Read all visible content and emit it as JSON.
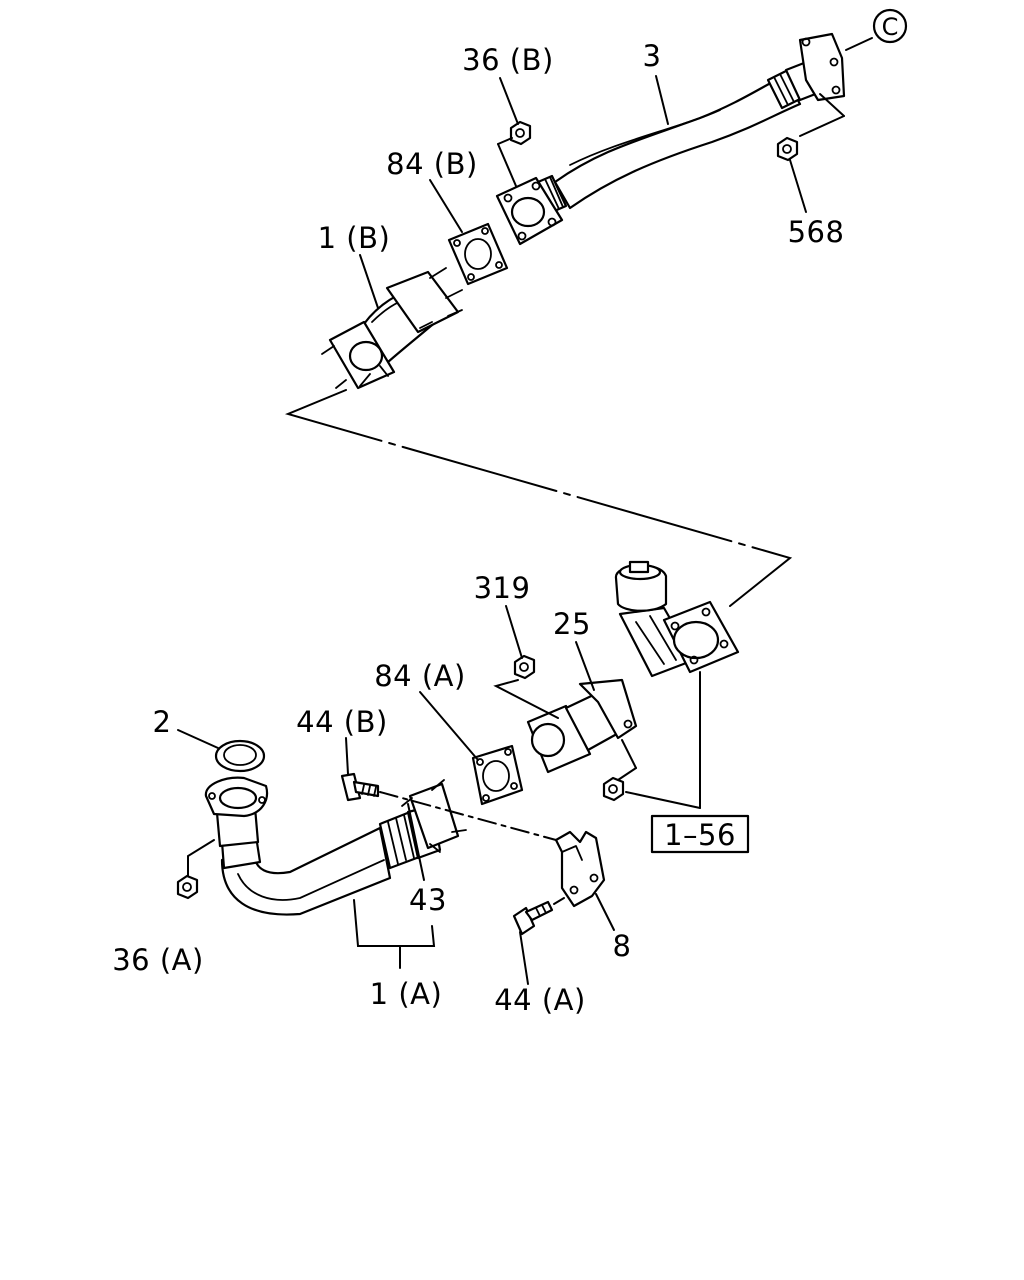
{
  "callouts": {
    "c_circle": "C",
    "p3": "3",
    "p36b": "36 (B)",
    "p84b": "84 (B)",
    "p1b": "1 (B)",
    "p568": "568",
    "p319": "319",
    "p25": "25",
    "p84a": "84 (A)",
    "p2": "2",
    "p44b": "44 (B)",
    "p36a": "36 (A)",
    "p43": "43",
    "p1a": "1 (A)",
    "p8": "8",
    "p44a": "44 (A)",
    "ref_1_56": "1–56"
  },
  "colors": {
    "ink": "#000000",
    "paper": "#ffffff"
  }
}
